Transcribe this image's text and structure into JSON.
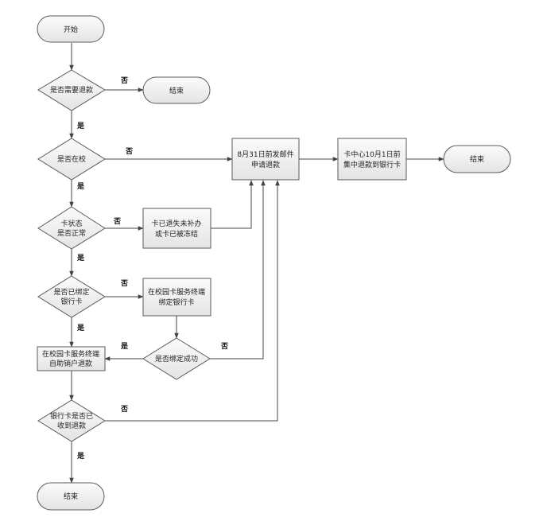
{
  "nodes": {
    "start": "开始",
    "q_refund": "是否需要退款",
    "end1": "结束",
    "q_school_l1": "是否在校",
    "apply_l1": "8月31日前发邮件",
    "apply_l2": "申请退款",
    "center_l1": "卡中心10月1日前",
    "center_l2": "集中退款到银行卡",
    "end2": "结束",
    "q_card_l1": "卡状态",
    "q_card_l2": "是否正常",
    "lost_l1": "卡已退失未补办",
    "lost_l2": "或卡已被冻结",
    "q_bound_l1": "是否已绑定",
    "q_bound_l2": "银行卡",
    "bind_l1": "在校园卡服务终端",
    "bind_l2": "绑定银行卡",
    "q_bind_ok": "是否绑定成功",
    "self_l1": "在校园卡服务终端",
    "self_l2": "自助销户退款",
    "q_received_l1": "银行卡是否已",
    "q_received_l2": "收到退款",
    "end3": "结束"
  },
  "labels": {
    "yes": "是",
    "no": "否"
  }
}
